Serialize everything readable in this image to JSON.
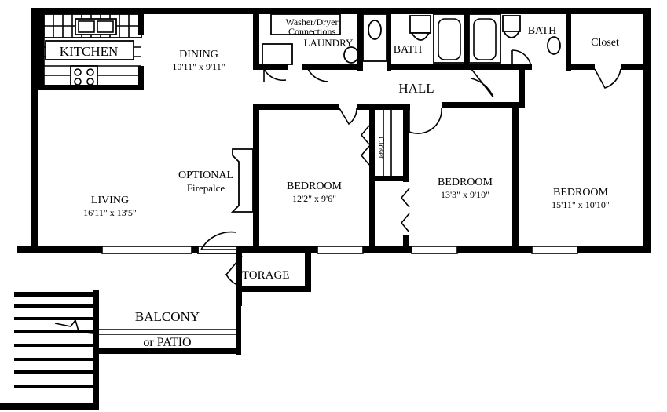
{
  "rooms": {
    "kitchen": {
      "name": "KITCHEN"
    },
    "dining": {
      "name": "DINING",
      "dims": "10'11\" x 9'11\""
    },
    "living": {
      "name": "LIVING",
      "dims": "16'11\" x 13'5\""
    },
    "fireplace": {
      "line1": "OPTIONAL",
      "line2": "Firepalce"
    },
    "bedroom1": {
      "name": "BEDROOM",
      "dims": "12'2\" x 9'6\""
    },
    "bedroom2": {
      "name": "BEDROOM",
      "dims": "13'3\" x 9'10\""
    },
    "bedroom3": {
      "name": "BEDROOM",
      "dims": "15'11\" x 10'10\""
    },
    "washer": {
      "line1": "Washer/Dryer",
      "line2": "Connections"
    },
    "laundry": {
      "name": "LAUNDRY"
    },
    "bath1": {
      "name": "BATH"
    },
    "bath2": {
      "name": "BATH"
    },
    "closet_top": {
      "name": "Closet"
    },
    "closet_vertical": {
      "name": "Closet"
    },
    "hall": {
      "name": "HALL"
    },
    "storage": {
      "name": "STORAGE"
    },
    "balcony": {
      "line1": "BALCONY",
      "line2": "or PATIO"
    }
  }
}
